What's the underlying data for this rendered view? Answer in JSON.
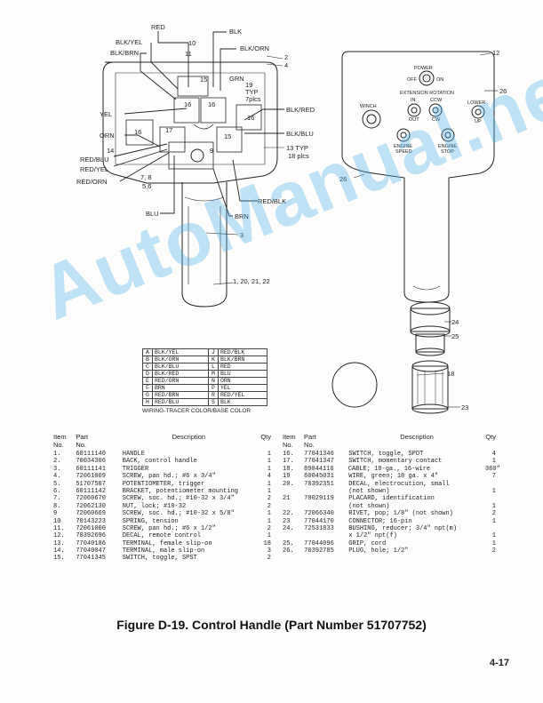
{
  "diagram": {
    "labels": {
      "red": "RED",
      "blk": "BLK",
      "blk_yel": "BLK/YEL",
      "blk_orn": "BLK/ORN",
      "blk_brn": "BLK/BRN",
      "n10": "10",
      "n11": "11",
      "n2": "2",
      "n4": "4",
      "grn": "GRN",
      "n19": "19",
      "typ": "TYP",
      "plcs7": "7plcs",
      "yel": "YEL",
      "orn": "ORN",
      "blk_red": "BLK/RED",
      "blk_blu": "BLK/BLU",
      "n13_typ": "13 TYP",
      "plcs18": "18 plcs",
      "n14": "14",
      "red_blu": "RED/BLU",
      "red_yel": "RED/YEL",
      "red_orn": "RED/ORN",
      "n78": "7, 8",
      "n56": "5,6",
      "n9": "9",
      "n16a": "16",
      "n16b": "16",
      "n16c": "16",
      "n16d": "16",
      "n17": "17",
      "n15a": "15",
      "n15b": "15",
      "red_blk": "RED/BLK",
      "blu": "BLU",
      "brn": "BRN",
      "n3": "3",
      "n1_20": "1, 20, 21, 22",
      "n12": "12",
      "n26a": "26",
      "n26b": "26",
      "n24": "24",
      "n25": "25",
      "n18": "18",
      "n23": "23",
      "power": "POWER",
      "off": "OFF",
      "on": "ON",
      "ext_rot": "EXTENSION ROTATION",
      "winch": "WINCH",
      "in": "IN",
      "out": "OUT",
      "ccw": "CCW",
      "cw": "CW",
      "lower": "LOWER",
      "up": "UP",
      "engine_speed_1": "ENGINE",
      "engine_speed_2": "SPEED",
      "engine_stop_1": "ENGINE",
      "engine_stop_2": "STOP"
    }
  },
  "watermark": "AutoManual.net",
  "color_table": {
    "rows": [
      {
        "l_code": "A",
        "l_val": "BLK/YEL",
        "r_code": "J",
        "r_val": "RED/BLK"
      },
      {
        "l_code": "B",
        "l_val": "BLK/ORN",
        "r_code": "K",
        "r_val": "BLK/BRN"
      },
      {
        "l_code": "C",
        "l_val": "BLK/BLU",
        "r_code": "L",
        "r_val": "RED"
      },
      {
        "l_code": "D",
        "l_val": "BLK/RED",
        "r_code": "M",
        "r_val": "BLU"
      },
      {
        "l_code": "E",
        "l_val": "RED/ORN",
        "r_code": "N",
        "r_val": "ORN"
      },
      {
        "l_code": "F",
        "l_val": "BRN",
        "r_code": "P",
        "r_val": "YEL"
      },
      {
        "l_code": "G",
        "l_val": "RED/BRN",
        "r_code": "R",
        "r_val": "RED/YEL"
      },
      {
        "l_code": "H",
        "l_val": "RED/BLU",
        "r_code": "S",
        "r_val": "BLK"
      }
    ],
    "caption": "WIRING-TRACER COLOR/BASE COLOR"
  },
  "parts_header": {
    "item1": "Item",
    "item2": "No.",
    "part1": "Part",
    "part2": "No.",
    "desc": "Description",
    "qty": "Qty"
  },
  "parts_left": [
    {
      "item": "1.",
      "part": "60111140",
      "desc": "HANDLE",
      "qty": "1"
    },
    {
      "item": "2.",
      "part": "70034306",
      "desc": "BACK, control handle",
      "qty": "1"
    },
    {
      "item": "3.",
      "part": "60111141",
      "desc": "TRIGGER",
      "qty": "1"
    },
    {
      "item": "4.",
      "part": "72061009",
      "desc": "SCREW, pan hd.; #6 x 3/4\"",
      "qty": "4"
    },
    {
      "item": "5.",
      "part": "51707507",
      "desc": "POTENTIOMETER, trigger",
      "qty": "1"
    },
    {
      "item": "6.",
      "part": "60111142",
      "desc": "BRACKET, potentiometer mounting",
      "qty": "1"
    },
    {
      "item": "7.",
      "part": "72060670",
      "desc": "SCREW, soc. hd.; #10-32 x 3/4\"",
      "qty": "2"
    },
    {
      "item": "8.",
      "part": "72062130",
      "desc": "NUT, lock; #10-32",
      "qty": "2"
    },
    {
      "item": "9",
      "part": "72060669",
      "desc": "SCREW, soc. hd.; #10-32 x 5/8\"",
      "qty": "1"
    },
    {
      "item": "10",
      "part": "70143223",
      "desc": "SPRING, tension",
      "qty": "1"
    },
    {
      "item": "11.",
      "part": "72061000",
      "desc": "SCREW, pan hd.; #6 x 1/2\"",
      "qty": "2"
    },
    {
      "item": "12.",
      "part": "70392696",
      "desc": "DECAL, remote control",
      "qty": "1"
    },
    {
      "item": "13.",
      "part": "77040186",
      "desc": "TERMINAL, female slip-on",
      "qty": "18"
    },
    {
      "item": "14.",
      "part": "77040047",
      "desc": "TERMINAL, male slip-on",
      "qty": "3"
    },
    {
      "item": "15.",
      "part": "77041345",
      "desc": "SWITCH, toggle, SPST",
      "qty": "2"
    }
  ],
  "parts_right": [
    {
      "item": "16.",
      "part": "77041346",
      "desc": "SWITCH, toggle, SPDT",
      "qty": "4"
    },
    {
      "item": "17.",
      "part": "77041347",
      "desc": "SWITCH, momentary contact",
      "qty": "1"
    },
    {
      "item": "18.",
      "part": "89044116",
      "desc": "CABLE; 18-ga., 16-wire",
      "qty": "360\""
    },
    {
      "item": "19",
      "part": "60045031",
      "desc": "WIRE, green; 18 ga. x 4\"",
      "qty": "7"
    },
    {
      "item": "20.",
      "part": "70392351",
      "desc": "DECAL, electrocution, small",
      "qty": ""
    },
    {
      "item": "",
      "part": "",
      "desc": "(not shown)",
      "qty": "1"
    },
    {
      "item": "21",
      "part": "70029119",
      "desc": "PLACARD, identification",
      "qty": ""
    },
    {
      "item": "",
      "part": "",
      "desc": "(not shown)",
      "qty": "1"
    },
    {
      "item": "22.",
      "part": "72066340",
      "desc": "RIVET, pop; 1/8\" (not shown)",
      "qty": "2"
    },
    {
      "item": "23",
      "part": "77044170",
      "desc": "CONNECTOR; 16-pin",
      "qty": "1"
    },
    {
      "item": "24.",
      "part": "72531833",
      "desc": "BUSHING, reducer; 3/4\" npt(m)",
      "qty": ""
    },
    {
      "item": "",
      "part": "",
      "desc": "x 1/2\" npt(f)",
      "qty": "1"
    },
    {
      "item": "25.",
      "part": "77044096",
      "desc": "GRIP, cord",
      "qty": "1"
    },
    {
      "item": "26.",
      "part": "70392785",
      "desc": "PLUG, hole; 1/2\"",
      "qty": "2"
    }
  ],
  "figure_title": "Figure D-19. Control Handle (Part Number 51707752)",
  "page_number": "4-17"
}
